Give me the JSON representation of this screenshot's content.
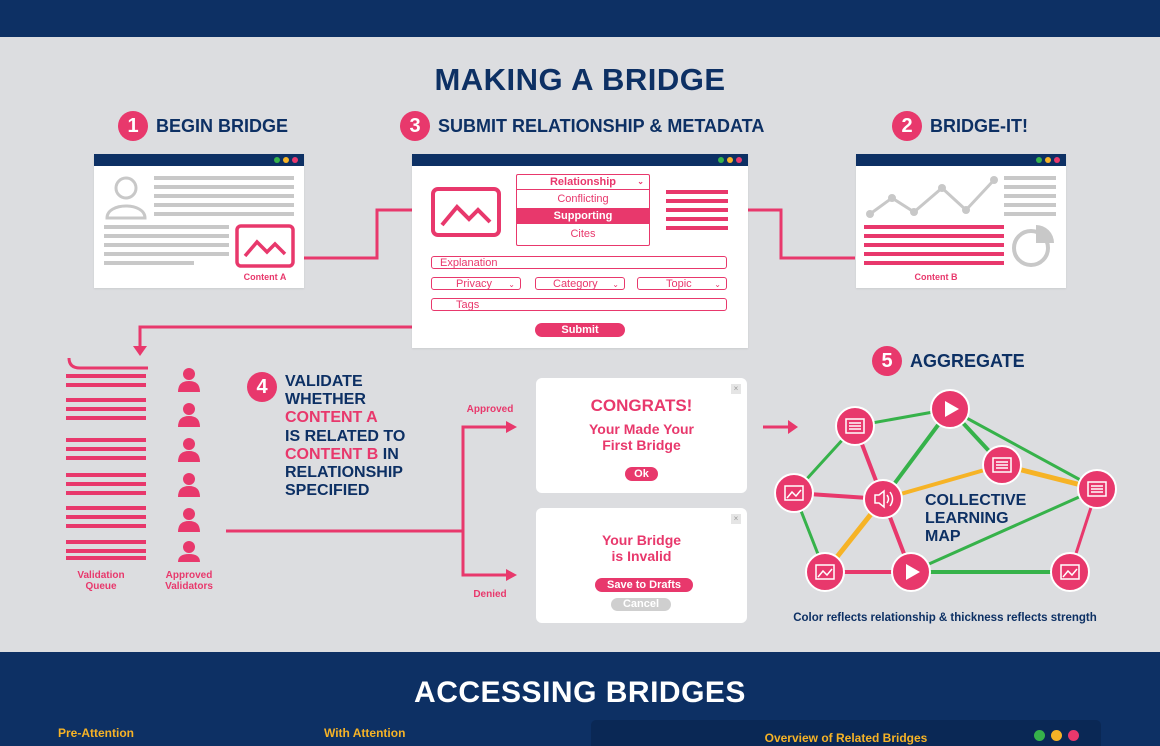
{
  "title": "MAKING A BRIDGE",
  "steps": {
    "s1": {
      "num": "1",
      "label": "BEGIN BRIDGE"
    },
    "s2": {
      "num": "2",
      "label": "BRIDGE-IT!"
    },
    "s3": {
      "num": "3",
      "label": "SUBMIT RELATIONSHIP & METADATA"
    },
    "s4": {
      "num": "4"
    },
    "s5": {
      "num": "5",
      "label": "AGGREGATE"
    }
  },
  "content_a": "Content A",
  "content_b": "Content B",
  "form": {
    "relationship": "Relationship",
    "options": [
      "Conflicting",
      "Supporting",
      "Cites"
    ],
    "explanation": "Explanation",
    "privacy": "Privacy",
    "category": "Category",
    "topic": "Topic",
    "tags": "Tags",
    "submit": "Submit"
  },
  "validate": {
    "l1": "VALIDATE",
    "l2": "WHETHER",
    "l3": "CONTENT A",
    "l4": "IS RELATED TO",
    "l5a": "CONTENT B",
    "l5b": " IN",
    "l6": "RELATIONSHIP",
    "l7": "SPECIFIED"
  },
  "queue_label": [
    "Validation",
    "Queue"
  ],
  "validators_label": [
    "Approved",
    "Validators"
  ],
  "approved": "Approved",
  "denied": "Denied",
  "congrats": {
    "title": "CONGRATS!",
    "l1": "Your Made Your",
    "l2": "First Bridge",
    "ok": "Ok"
  },
  "invalid": {
    "l1": "Your Bridge",
    "l2": "is Invalid",
    "save": "Save to Drafts",
    "cancel": "Cancel"
  },
  "map": {
    "l1": "COLLECTIVE",
    "l2": "LEARNING",
    "l3": "MAP"
  },
  "map_caption": "Color reflects relationship & thickness reflects strength",
  "accessing": "ACCESSING BRIDGES",
  "bottom_labels": {
    "pre": "Pre-Attention",
    "with": "With Attention",
    "overview": "Overview of Related Bridges"
  },
  "colors": {
    "navy": "#0d3064",
    "pink": "#e8386c",
    "green": "#36b24a",
    "yellow": "#f6b326",
    "gray": "#dcdde0"
  }
}
